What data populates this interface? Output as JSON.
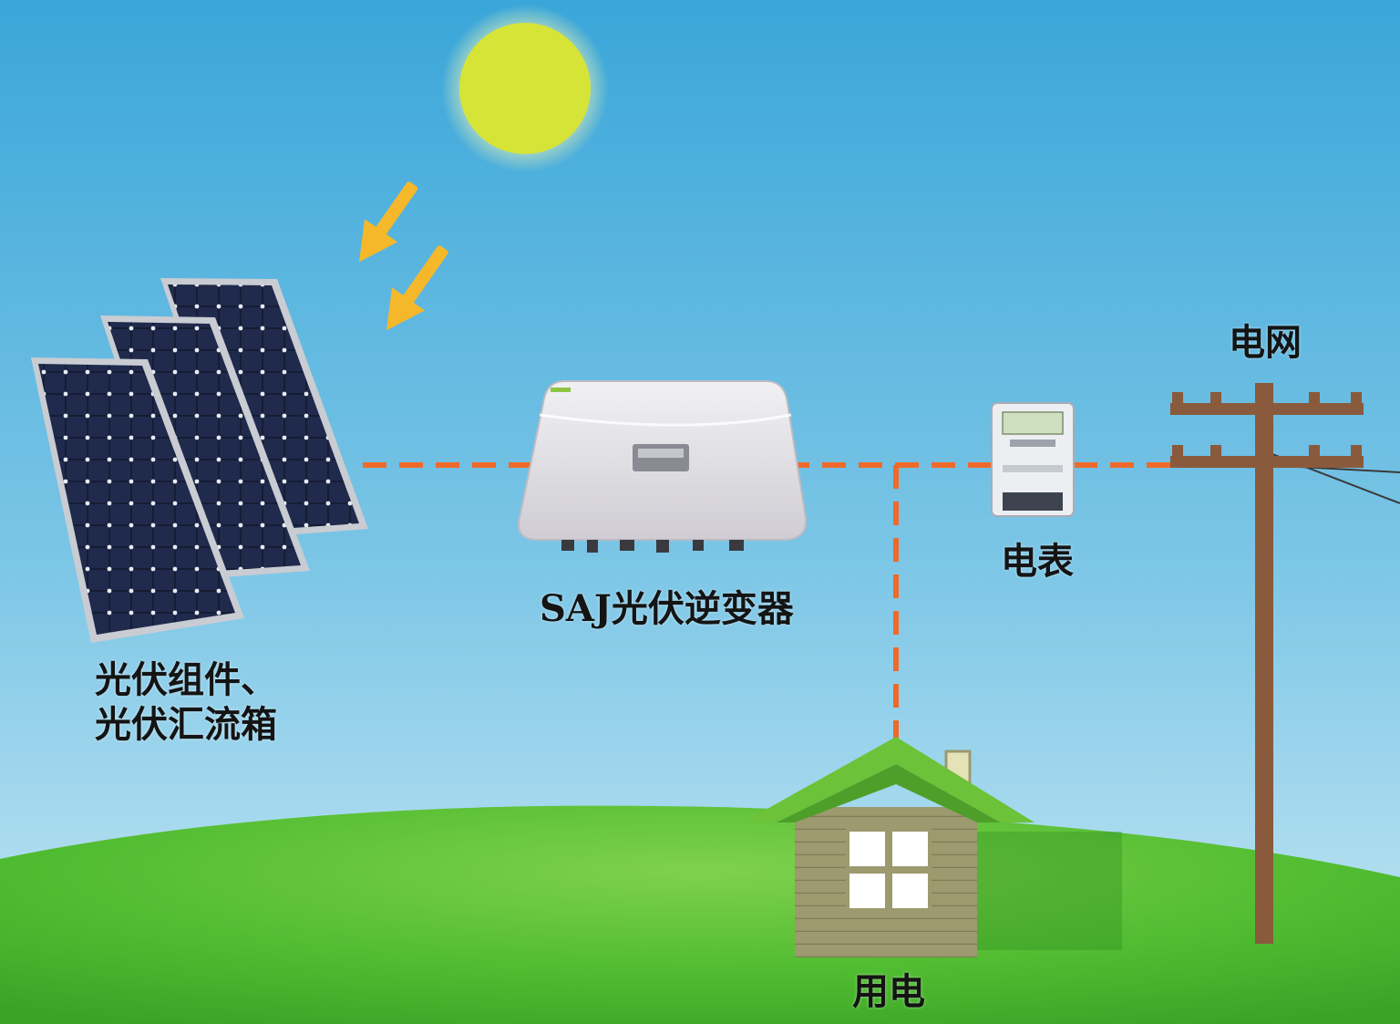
{
  "labels": {
    "pv_modules": [
      "光伏组件、",
      "光伏汇流箱"
    ],
    "inverter": "SAJ光伏逆变器",
    "meter": "电表",
    "grid": "电网",
    "household": "用电"
  },
  "colors": {
    "sky_top": "#3aa6d9",
    "sky_bottom": "#c8e8f4",
    "sun": "#d6e437",
    "sun_glow": "#f4f7b0",
    "ray_arrow": "#f5b82a",
    "ground": "#48b52c",
    "ground_highlight": "#7fd14c",
    "connection_line": "#ef6a2a",
    "panel_cell": "#151d35",
    "panel_frame": "#c9ccd2",
    "inverter_body": "#e4e2e6",
    "house_wall": "#9c9a6e",
    "house_roof": "#6cc238",
    "pole": "#8a5a3c"
  },
  "icons": {
    "sun": "sun-icon",
    "rays": "sun-ray-arrow-icon",
    "panels": "solar-panel-icon",
    "inverter": "inverter-icon",
    "meter": "electric-meter-icon",
    "pole": "utility-pole-icon",
    "house": "house-icon"
  }
}
